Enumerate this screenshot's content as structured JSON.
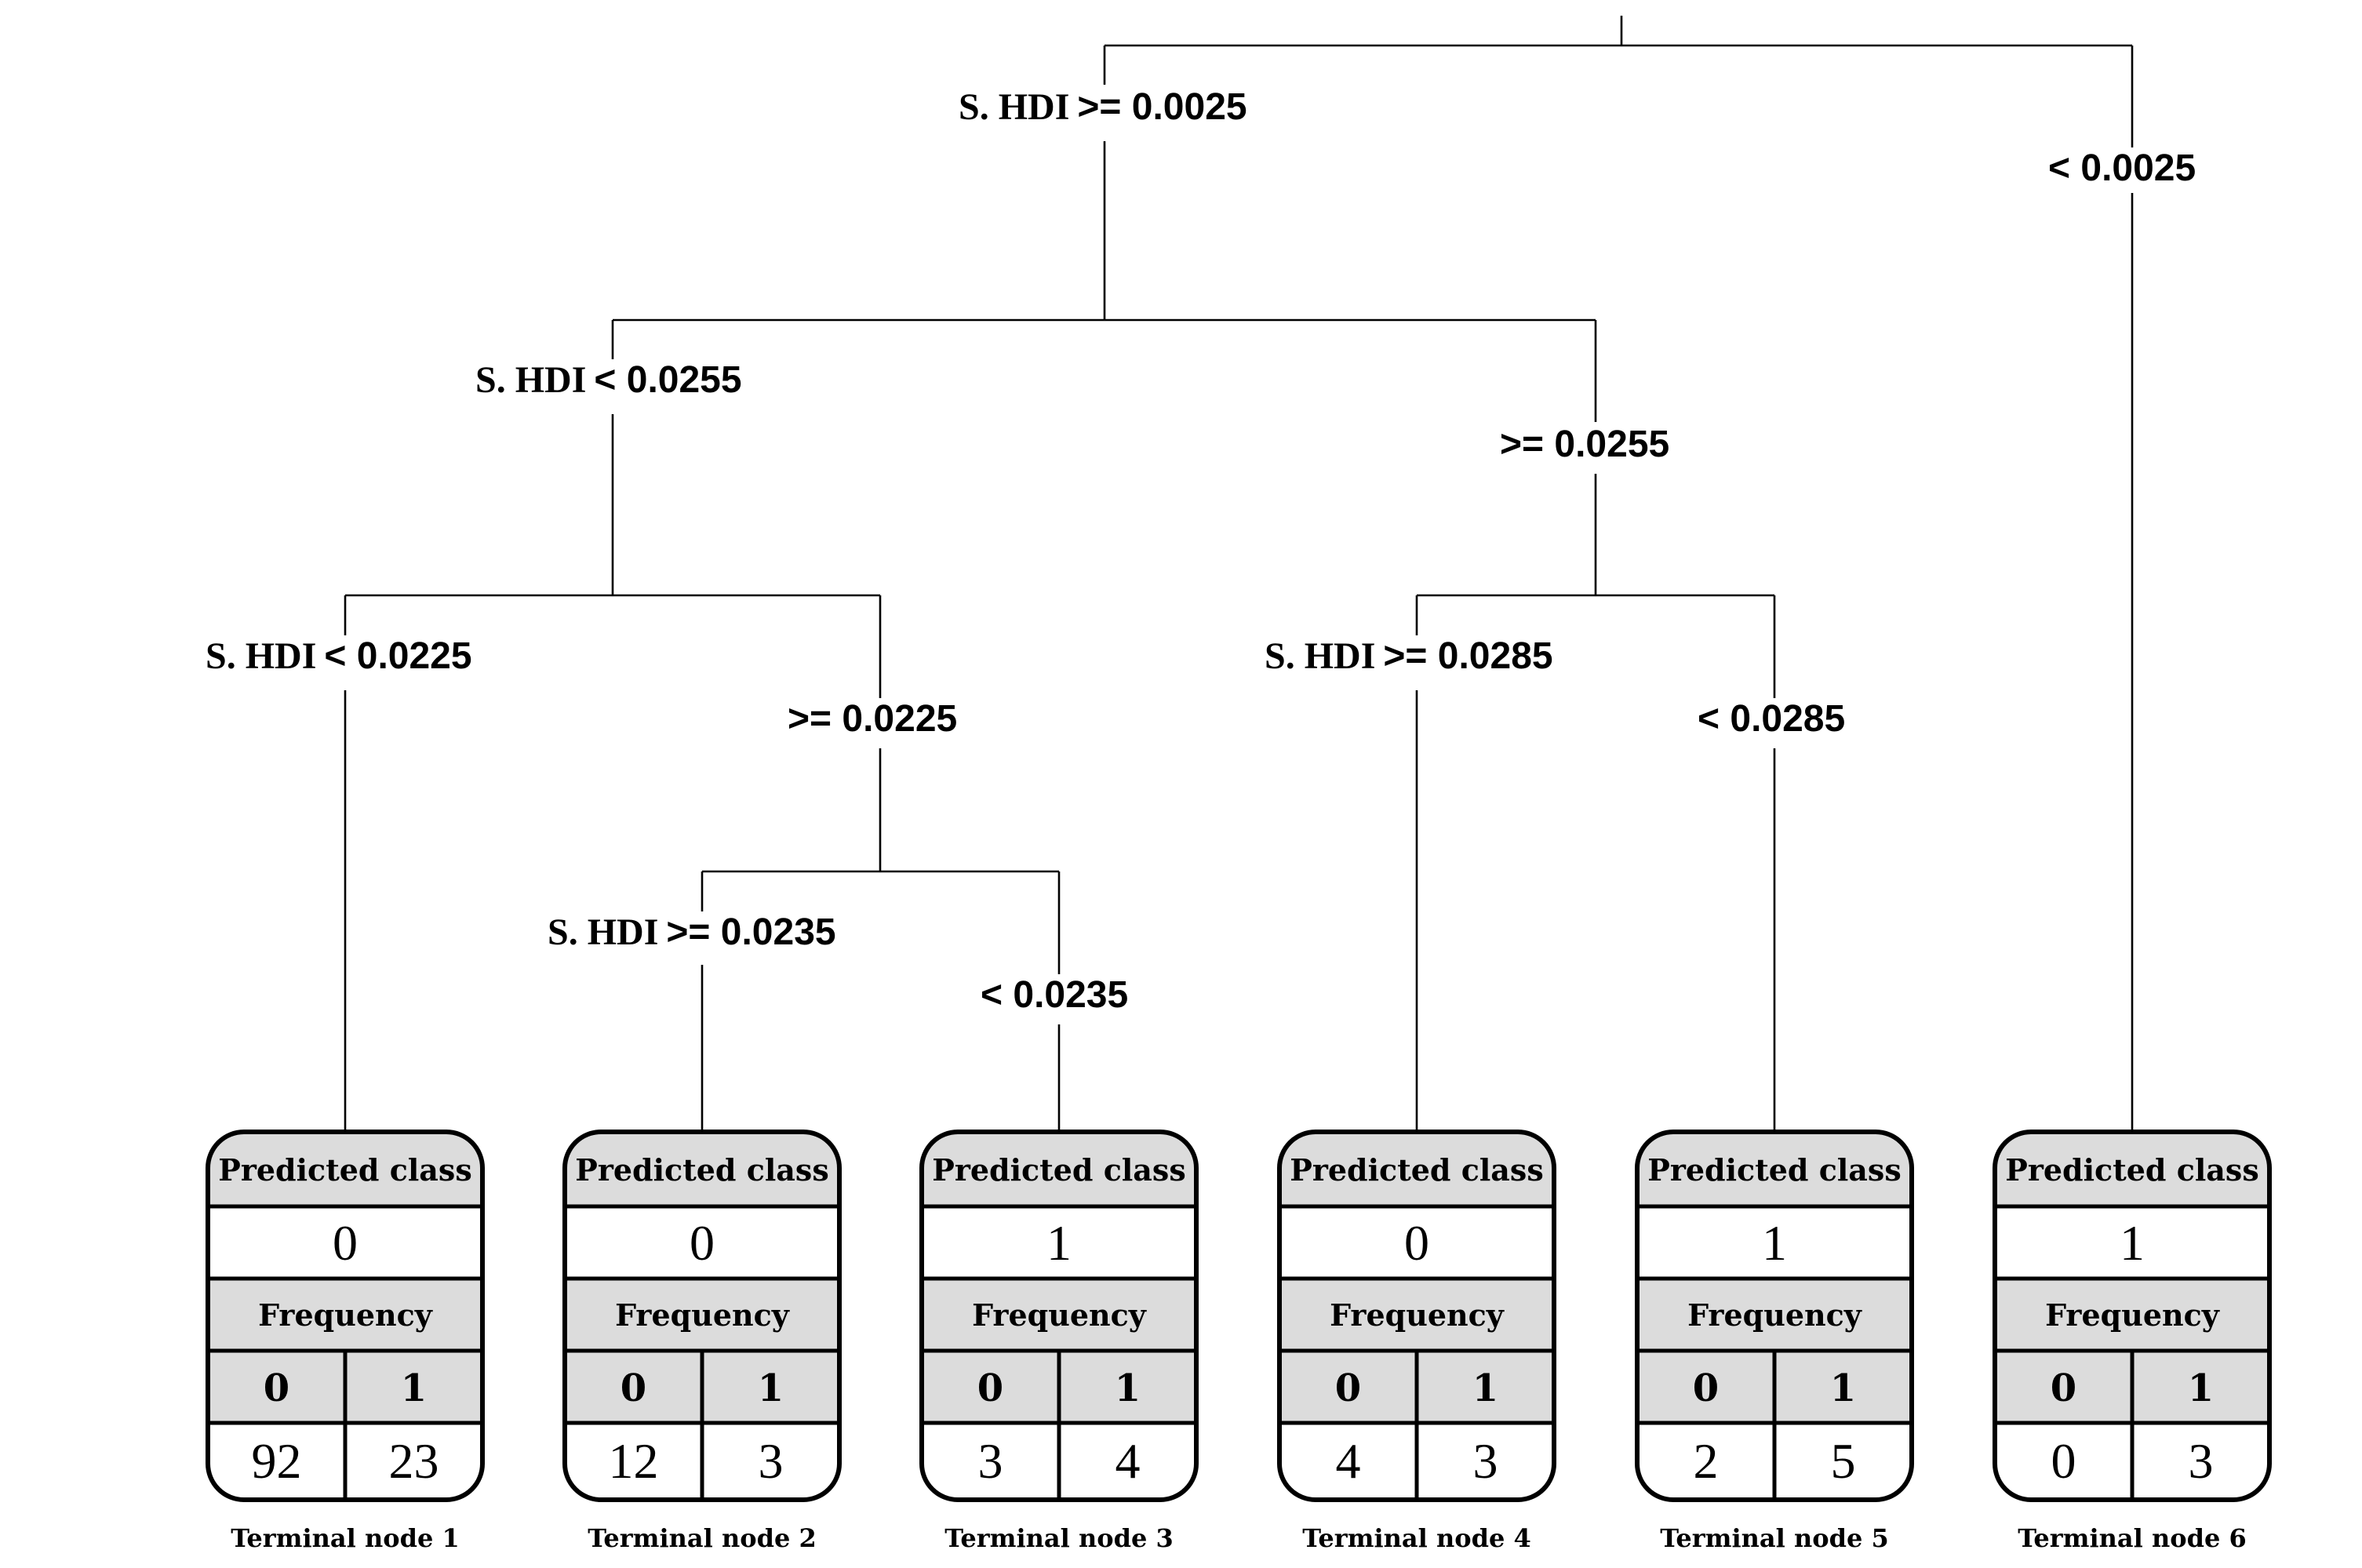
{
  "edge_labels": {
    "root_left": {
      "variable": "S. HDI",
      "condition": ">= 0.0025"
    },
    "root_right": {
      "variable": "",
      "condition": "< 0.0025"
    },
    "n2_left": {
      "variable": "S. HDI",
      "condition": "< 0.0255"
    },
    "n2_right": {
      "variable": "",
      "condition": ">= 0.0255"
    },
    "n3_left": {
      "variable": "S. HDI",
      "condition": "< 0.0225"
    },
    "n3_right": {
      "variable": "",
      "condition": ">= 0.0225"
    },
    "n4_left": {
      "variable": "S. HDI",
      "condition": ">= 0.0235"
    },
    "n4_right": {
      "variable": "",
      "condition": "< 0.0235"
    },
    "n5_left": {
      "variable": "S. HDI",
      "condition": ">= 0.0285"
    },
    "n5_right": {
      "variable": "",
      "condition": "< 0.0285"
    }
  },
  "node_headers": {
    "predicted": "Predicted class",
    "frequency": "Frequency",
    "class_a": "0",
    "class_b": "1"
  },
  "terminal_nodes": [
    {
      "caption": "Terminal node 1",
      "predicted": "0",
      "count_0": "92",
      "count_1": "23"
    },
    {
      "caption": "Terminal node 2",
      "predicted": "0",
      "count_0": "12",
      "count_1": "3"
    },
    {
      "caption": "Terminal node 3",
      "predicted": "1",
      "count_0": "3",
      "count_1": "4"
    },
    {
      "caption": "Terminal node 4",
      "predicted": "0",
      "count_0": "4",
      "count_1": "3"
    },
    {
      "caption": "Terminal node 5",
      "predicted": "1",
      "count_0": "2",
      "count_1": "5"
    },
    {
      "caption": "Terminal node 6",
      "predicted": "1",
      "count_0": "0",
      "count_1": "3"
    }
  ]
}
